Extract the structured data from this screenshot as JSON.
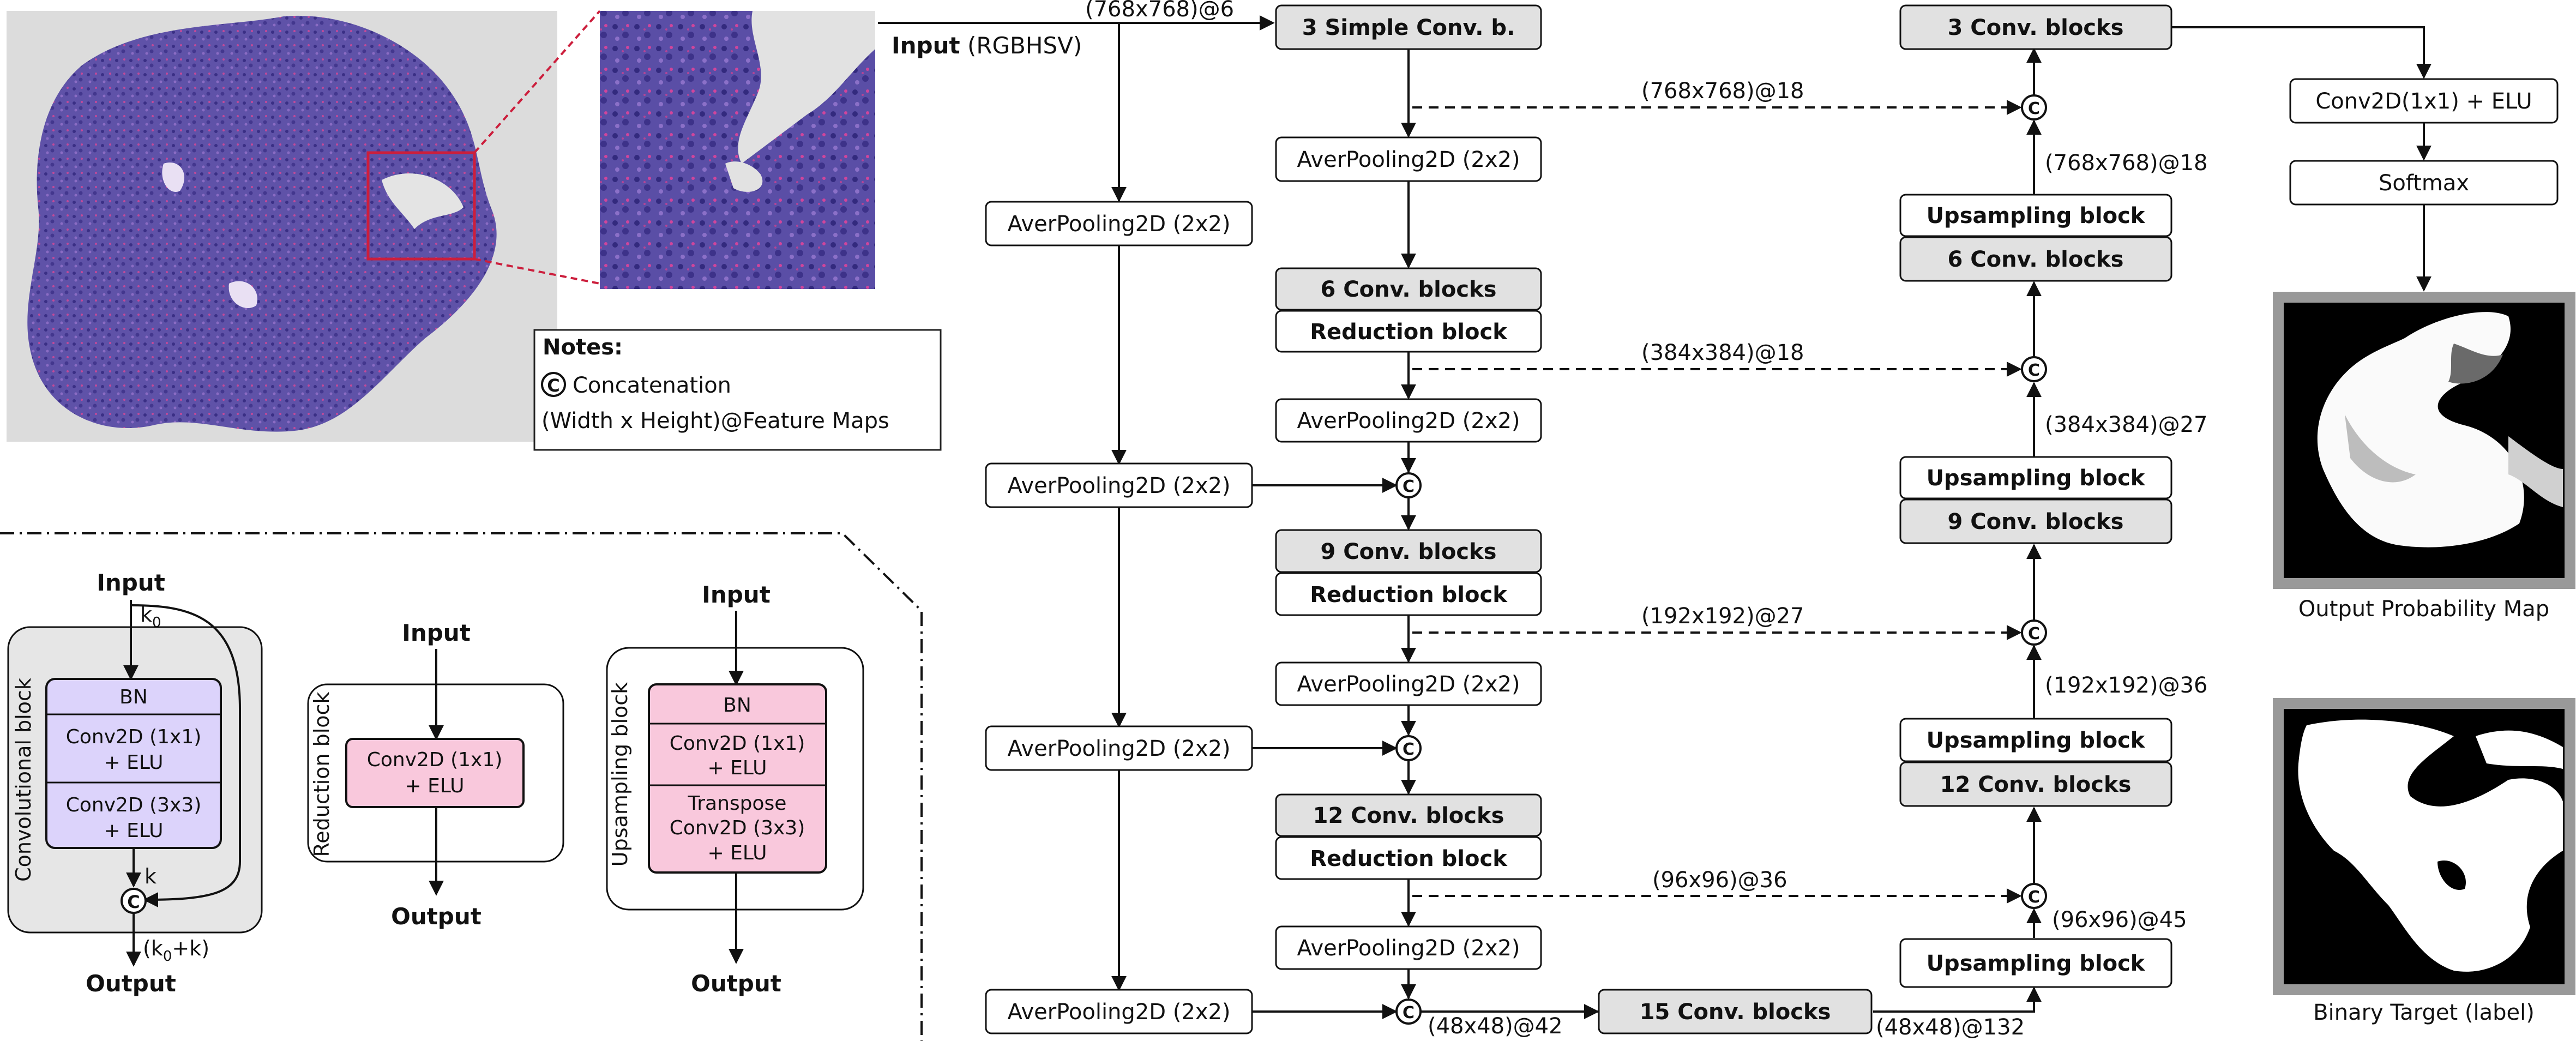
{
  "input": {
    "label": "Input",
    "format": "(RGBHSV)",
    "size": "(768x768)@6"
  },
  "notes": {
    "title": "Notes:",
    "concat_symbol": "C",
    "concat_label": "Concatenation",
    "dims_label": "(Width x Height)@Feature Maps"
  },
  "encoder": {
    "simple_conv": "3 Simple Conv. b.",
    "pool": "AverPooling2D (2x2)",
    "conv6": "6 Conv. blocks",
    "conv9": "9 Conv. blocks",
    "conv12": "12 Conv. blocks",
    "reduction": "Reduction block",
    "bottleneck": "15 Conv. blocks"
  },
  "decoder": {
    "conv3": "3 Conv. blocks",
    "conv6": "6 Conv. blocks",
    "conv9": "9 Conv. blocks",
    "conv12": "12 Conv. blocks",
    "upsampling": "Upsampling block"
  },
  "skip_labels": {
    "s768": "(768x768)@18",
    "s384": "(384x384)@18",
    "s192": "(192x192)@27",
    "s96": "(96x96)@36"
  },
  "up_labels": {
    "u768": "(768x768)@18",
    "u384": "(384x384)@27",
    "u192": "(192x192)@36",
    "u96": "(96x96)@45"
  },
  "bottom_labels": {
    "b1": "(48x48)@42",
    "b2": "(48x48)@132"
  },
  "output_head": {
    "conv": "Conv2D(1x1) + ELU",
    "softmax": "Softmax"
  },
  "output_probability_label": "Output Probability Map",
  "binary_target_label": "Binary Target (label)",
  "legend": {
    "input": "Input",
    "output": "Output",
    "k0": "k",
    "k0_sub": "0",
    "k": "k",
    "k_sum": "(k",
    "k_sum_sub": "0",
    "k_sum_end": "+k)",
    "conv_block_title": "Convolutional block",
    "bn": "BN",
    "conv1": "Conv2D (1x1)",
    "conv3": "Conv2D (3x3)",
    "elu": "+ ELU",
    "reduction_title": "Reduction block",
    "upsampling_title": "Upsampling block",
    "transpose": "Transpose",
    "transpose_conv": "Conv2D (3x3)"
  },
  "colors": {
    "grey_box": "#e1e1e1",
    "lavender": "#dcd3fb",
    "pink": "#f9c8dc",
    "light_grey": "#e6e6e6",
    "histology": "#5d4fa0",
    "zoom_red": "#cc1e3c"
  }
}
